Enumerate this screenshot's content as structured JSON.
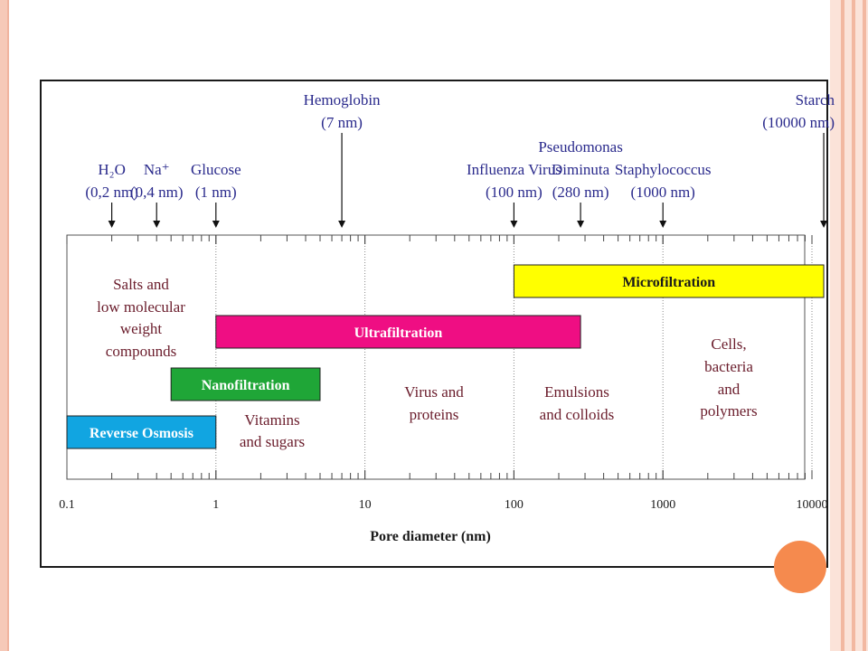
{
  "colors": {
    "border_peach": "#f6c9b8",
    "accent_orange": "#f58a4e",
    "label_red": "#6a1c2b",
    "label_blue": "#2a2a8c"
  },
  "chart_data": {
    "type": "diagram",
    "xlabel": "Pore diameter (nm)",
    "scale": "log",
    "xlim": [
      0.1,
      12000
    ],
    "ticks": [
      {
        "value": 0.1,
        "label": "0.1"
      },
      {
        "value": 1,
        "label": "1"
      },
      {
        "value": 10,
        "label": "10"
      },
      {
        "value": 100,
        "label": "100"
      },
      {
        "value": 1000,
        "label": "1000"
      },
      {
        "value": 10000,
        "label": "10000"
      }
    ],
    "grid": "dotted vertical lines at each decade",
    "markers": [
      {
        "value": 0.2,
        "lines": [
          "H₂O",
          "(0,2 nm)"
        ]
      },
      {
        "value": 0.4,
        "lines": [
          "Na⁺",
          "(0,4 nm)"
        ]
      },
      {
        "value": 1,
        "lines": [
          "Glucose",
          "(1 nm)"
        ]
      },
      {
        "value": 7,
        "lines": [
          "Hemoglobin",
          "(7 nm)"
        ]
      },
      {
        "value": 100,
        "lines": [
          "Influenza Virus",
          "(100 nm)"
        ]
      },
      {
        "value": 280,
        "lines": [
          "Pseudomonas",
          "Diminuta",
          "(280 nm)"
        ]
      },
      {
        "value": 1000,
        "lines": [
          "Staphylococcus",
          "(1000 nm)"
        ]
      },
      {
        "value": 12000,
        "lines": [
          "Starch",
          "(10000 nm)"
        ]
      }
    ],
    "ranges": [
      {
        "name": "Microfiltration",
        "from": 100,
        "to": 12000,
        "color": "#ffff00",
        "text_color": "#1a1a1a"
      },
      {
        "name": "Ultrafiltration",
        "from": 1,
        "to": 280,
        "color": "#ef0e83",
        "text_color": "#ffffff"
      },
      {
        "name": "Nanofiltration",
        "from": 0.5,
        "to": 5,
        "color": "#1fa637",
        "text_color": "#ffffff"
      },
      {
        "name": "Reverse Osmosis",
        "from": 0.1,
        "to": 1,
        "color": "#11a5e1",
        "text_color": "#ffffff"
      }
    ],
    "regions": [
      {
        "lines": [
          "Salts and",
          "low molecular",
          "weight",
          "compounds"
        ]
      },
      {
        "lines": [
          "Vitamins",
          "and sugars"
        ]
      },
      {
        "lines": [
          "Virus and",
          "proteins"
        ]
      },
      {
        "lines": [
          "Emulsions",
          "and colloids"
        ]
      },
      {
        "lines": [
          "Cells,",
          "bacteria",
          "and",
          "polymers"
        ]
      }
    ]
  }
}
